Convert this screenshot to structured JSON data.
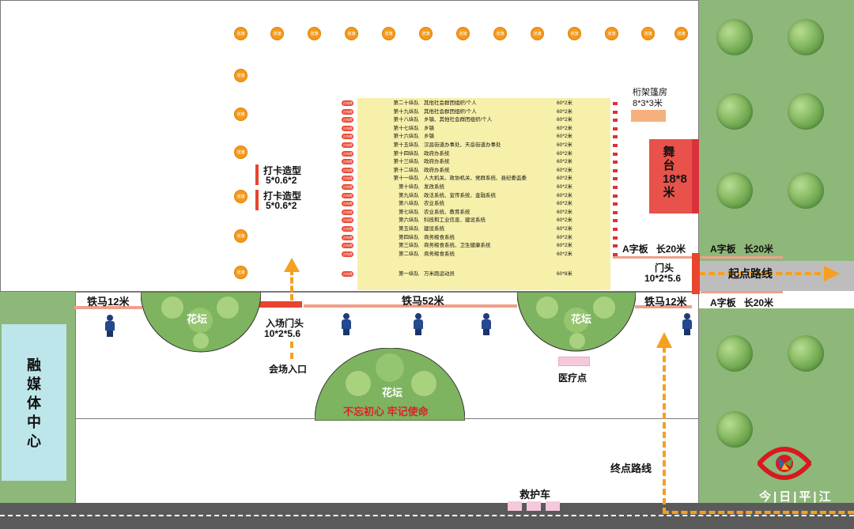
{
  "colors": {
    "accent": "#f5a020",
    "stage": "#e8524a",
    "road": "#5a5a5a",
    "grass": "#8db87a",
    "media": "#bde6ea",
    "salmon": "#f0a08a",
    "lane": "#f6c8dc"
  },
  "markers": {
    "buoy_label": "道旗",
    "row_tag": "方阵牌"
  },
  "rows": [
    {
      "team": "第二十纵队",
      "unit": "其他社会群团组织/个人",
      "size": "60*2米"
    },
    {
      "team": "第十九纵队",
      "unit": "其他社会群团组织/个人",
      "size": "60*2米"
    },
    {
      "team": "第十八纵队",
      "unit": "乡镇、其他社会群团组织/个人",
      "size": "60*2米"
    },
    {
      "team": "第十七纵队",
      "unit": "乡镇",
      "size": "60*2米"
    },
    {
      "team": "第十六纵队",
      "unit": "乡镇",
      "size": "60*2米"
    },
    {
      "team": "第十五纵队",
      "unit": "汉昌街道办事处、天岳街道办事处",
      "size": "60*2米"
    },
    {
      "team": "第十四纵队",
      "unit": "政府办系统",
      "size": "60*2米"
    },
    {
      "team": "第十三纵队",
      "unit": "政府办系统",
      "size": "60*2米"
    },
    {
      "team": "第十二纵队",
      "unit": "政府办系统",
      "size": "60*2米"
    },
    {
      "team": "第十一纵队",
      "unit": "人大机关、政协机关、党群系统、县纪委监委",
      "size": "60*2米"
    },
    {
      "team": "第十纵队",
      "unit": "发改系统",
      "size": "60*2米"
    },
    {
      "team": "第九纵队",
      "unit": "政法系统、宣传系统、金融系统",
      "size": "60*2米"
    },
    {
      "team": "第八纵队",
      "unit": "农业系统",
      "size": "60*2米"
    },
    {
      "team": "第七纵队",
      "unit": "农业系统、教育系统",
      "size": "60*2米"
    },
    {
      "team": "第六纵队",
      "unit": "科技和工业信息、建设系统",
      "size": "60*2米"
    },
    {
      "team": "第五纵队",
      "unit": "建设系统",
      "size": "60*2米"
    },
    {
      "team": "第四纵队",
      "unit": "商务粮食系统",
      "size": "60*2米"
    },
    {
      "team": "第三纵队",
      "unit": "商务粮食系统、卫生健康系统",
      "size": "60*2米"
    },
    {
      "team": "第二纵队",
      "unit": "商务粮食系统",
      "size": "60*2米"
    },
    {
      "team": "第一纵队",
      "unit": "万米跑运动员",
      "size": "60*8米"
    }
  ],
  "labels": {
    "tent": "桁架篷房",
    "tent_size": "8*3*3米",
    "stage": "舞台18*8米",
    "checkin1": "打卡造型",
    "checkin1_size": "5*0.6*2",
    "checkin2": "打卡造型",
    "checkin2_size": "5*0.6*2",
    "aboard_top_left": "A字板",
    "aboard_top_right": "长20米",
    "aboard_right_top_a": "A字板",
    "aboard_right_top_b": "长20米",
    "aboard_right_bot_a": "A字板",
    "aboard_right_bot_b": "长20米",
    "gate_right": "门头",
    "gate_right_size": "10*2*5.6",
    "start_route": "起点路线",
    "iron_left": "铁马12米",
    "iron_mid": "铁马52米",
    "iron_right": "铁马12米",
    "flower1": "花坛",
    "flower2": "花坛",
    "flower3": "花坛",
    "entrance_gate": "入场门头",
    "entrance_gate_size": "10*2*5.6",
    "entrance": "会场入口",
    "slogan": "不忘初心  牢记使命",
    "medical": "医疗点",
    "media": "融媒体中心",
    "end_route": "终点路线",
    "ambulance": "救护车",
    "logo_text": "今|日|平|江"
  }
}
